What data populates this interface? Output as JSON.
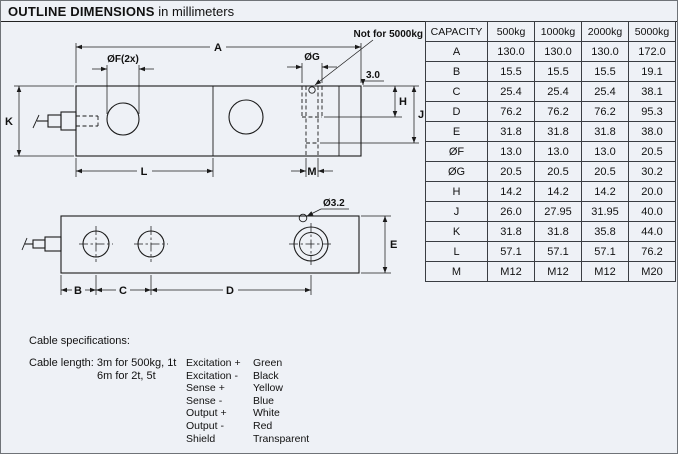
{
  "header": {
    "title": "OUTLINE DIMENSIONS",
    "subtitle": "in millimeters"
  },
  "table": {
    "headers": [
      "CAPACITY",
      "500kg",
      "1000kg",
      "2000kg",
      "5000kg"
    ],
    "rows": [
      {
        "dim": "A",
        "values": [
          "130.0",
          "130.0",
          "130.0",
          "172.0"
        ]
      },
      {
        "dim": "B",
        "values": [
          "15.5",
          "15.5",
          "15.5",
          "19.1"
        ]
      },
      {
        "dim": "C",
        "values": [
          "25.4",
          "25.4",
          "25.4",
          "38.1"
        ]
      },
      {
        "dim": "D",
        "values": [
          "76.2",
          "76.2",
          "76.2",
          "95.3"
        ]
      },
      {
        "dim": "E",
        "values": [
          "31.8",
          "31.8",
          "31.8",
          "38.0"
        ]
      },
      {
        "dim": "ØF",
        "values": [
          "13.0",
          "13.0",
          "13.0",
          "20.5"
        ]
      },
      {
        "dim": "ØG",
        "values": [
          "20.5",
          "20.5",
          "20.5",
          "30.2"
        ]
      },
      {
        "dim": "H",
        "values": [
          "14.2",
          "14.2",
          "14.2",
          "20.0"
        ]
      },
      {
        "dim": "J",
        "values": [
          "26.0",
          "27.95",
          "31.95",
          "40.0"
        ]
      },
      {
        "dim": "K",
        "values": [
          "31.8",
          "31.8",
          "35.8",
          "44.0"
        ]
      },
      {
        "dim": "L",
        "values": [
          "57.1",
          "57.1",
          "57.1",
          "76.2"
        ]
      },
      {
        "dim": "M",
        "values": [
          "M12",
          "M12",
          "M12",
          "M20"
        ]
      }
    ]
  },
  "drawing": {
    "labels": {
      "a": "A",
      "b": "B",
      "c": "C",
      "d": "D",
      "e": "E",
      "h": "H",
      "j": "J",
      "k": "K",
      "l": "L",
      "m": "M",
      "of_2x": "ØF(2x)",
      "og": "ØG",
      "dia_3_2": "Ø3.2",
      "step_3_0": "3.0",
      "not_for_5000kg": "Not for 5000kg"
    }
  },
  "cable": {
    "title": "Cable specifications:",
    "length_line1": "Cable length: 3m for 500kg, 1t",
    "length_line2": "6m for 2t, 5t",
    "wires": [
      {
        "label": "Excitation +",
        "color": "Green"
      },
      {
        "label": "Excitation -",
        "color": "Black"
      },
      {
        "label": "Sense +",
        "color": "Yellow"
      },
      {
        "label": "Sense -",
        "color": "Blue"
      },
      {
        "label": "Output +",
        "color": "White"
      },
      {
        "label": "Output -",
        "color": "Red"
      },
      {
        "label": "Shield",
        "color": "Transparent"
      }
    ]
  }
}
